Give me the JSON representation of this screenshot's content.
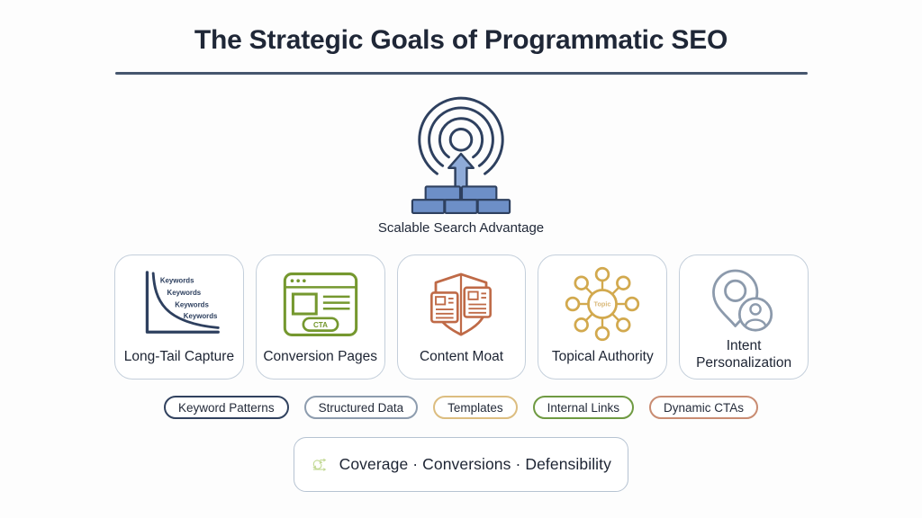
{
  "title": "The Strategic Goals of Programmatic SEO",
  "hub": {
    "label": "Scalable Search Advantage",
    "icon": "target-over-bricks-icon"
  },
  "cards": [
    {
      "label": "Long-Tail Capture",
      "icon": "long-tail-curve-icon",
      "color": "#2e405f",
      "curve_labels": [
        "Keywords",
        "Keywords",
        "Keywords",
        "Keywords"
      ]
    },
    {
      "label": "Conversion Pages",
      "icon": "browser-cta-icon",
      "color": "#75982f",
      "button_label": "CTA"
    },
    {
      "label": "Content Moat",
      "icon": "shield-documents-icon",
      "color": "#bf6a47"
    },
    {
      "label": "Topical Authority",
      "icon": "topic-hub-spokes-icon",
      "color": "#d2a94e",
      "hub_label": "Topic"
    },
    {
      "label": "Intent Personalization",
      "icon": "map-pin-user-icon",
      "color": "#8c9aac"
    }
  ],
  "tags": [
    {
      "label": "Keyword Patterns",
      "border_color": "#31425f"
    },
    {
      "label": "Structured Data",
      "border_color": "#8d9cae"
    },
    {
      "label": "Templates",
      "border_color": "#dcbd80"
    },
    {
      "label": "Internal Links",
      "border_color": "#6f9a42"
    },
    {
      "label": "Dynamic CTAs",
      "border_color": "#c98c72"
    }
  ],
  "footer": {
    "label": "Coverage · Conversions · Defensibility",
    "icon": "cycle-arrows-icon",
    "icon_color": "#c3d996"
  },
  "colors": {
    "ink": "#1f2737",
    "navy": "#2e405f",
    "green": "#75982f",
    "rust": "#bf6a47",
    "gold": "#d2a94e",
    "gold_text": "#d9b878",
    "slate": "#8c9aac",
    "card_border": "#c4cfdb",
    "rule": "#46566e",
    "brick_fill": "#6d8fc7",
    "arrow_fill": "#8fabd8",
    "leaf_green": "#c3d996",
    "footer_border": "#b6c3d2",
    "background": "#fdfdfd"
  }
}
